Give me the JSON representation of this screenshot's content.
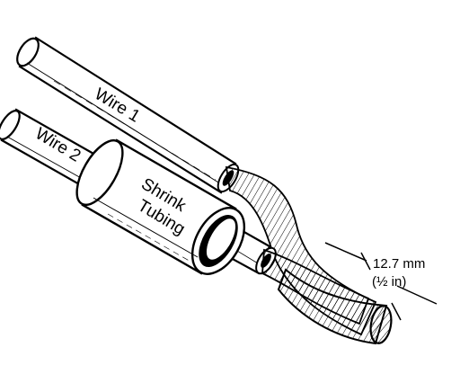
{
  "labels": {
    "wire1": "Wire 1",
    "wire2": "Wire 2",
    "tubing_line1": "Shrink",
    "tubing_line2": "Tubing",
    "dim_metric": "12.7 mm",
    "dim_imperial": "(½ in)"
  }
}
